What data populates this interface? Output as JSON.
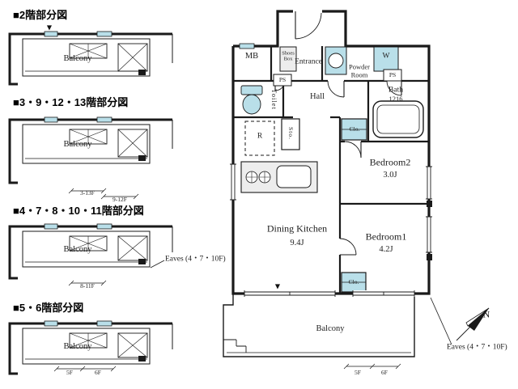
{
  "colors": {
    "highlight": "#b9dfe9",
    "wall": "#1a1a1a",
    "counter": "#ededed"
  },
  "icons": {
    "section_marker_down": "▼",
    "north_arrow": "compass-north-arrow"
  },
  "titles": {
    "p1": "■2階部分図",
    "p2": "■3・9・12・13階部分図",
    "p3": "■4・7・8・10・11階部分図",
    "p4": "■5・6階部分図"
  },
  "partials": {
    "balcony": "Balcony",
    "dim_3_13f": "3-13F",
    "dim_9_12f": "9-12F",
    "dim_8_11f": "8-11F",
    "dim_5f": "5F",
    "dim_6f": "6F",
    "eaves": "Eaves (4・7・10F)"
  },
  "main": {
    "mb": "MB",
    "shoes_box": "Shoes\nBox",
    "entrance": "Entrance",
    "powder_room": "Powder\nRoom",
    "w": "W",
    "ps": "PS",
    "toilet": "Toilet",
    "hall": "Hall",
    "r": "R",
    "sto": "Sto.",
    "clo": "Clo.",
    "bath": "Bath",
    "bath_size": "1216",
    "bedroom2": "Bedroom2",
    "bedroom2_size": "3.0J",
    "bedroom1": "Bedroom1",
    "bedroom1_size": "4.2J",
    "dining_kitchen": "Dining Kitchen",
    "dining_kitchen_size": "9.4J",
    "balcony": "Balcony",
    "eaves": "Eaves (4・7・10F)",
    "north": "N",
    "dim_5f": "5F",
    "dim_6f": "6F"
  }
}
